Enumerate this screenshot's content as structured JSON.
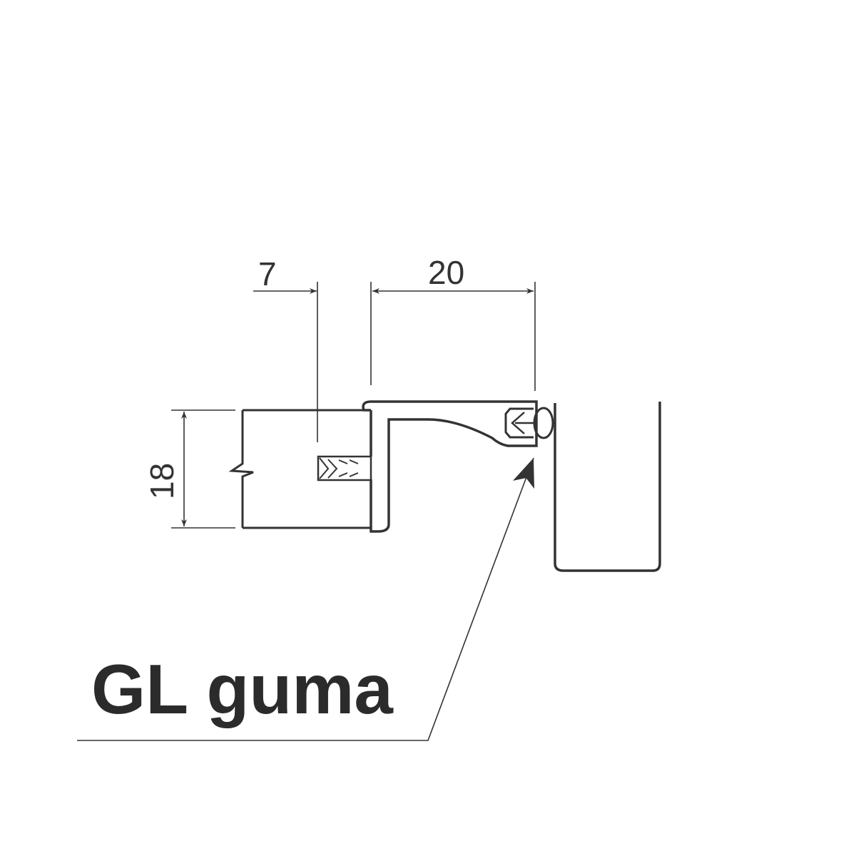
{
  "dimensions": {
    "depth": "7",
    "overhang": "20",
    "thickness": "18"
  },
  "callout": {
    "label": "GL guma"
  },
  "colors": {
    "line": "#333333",
    "background": "#ffffff"
  }
}
